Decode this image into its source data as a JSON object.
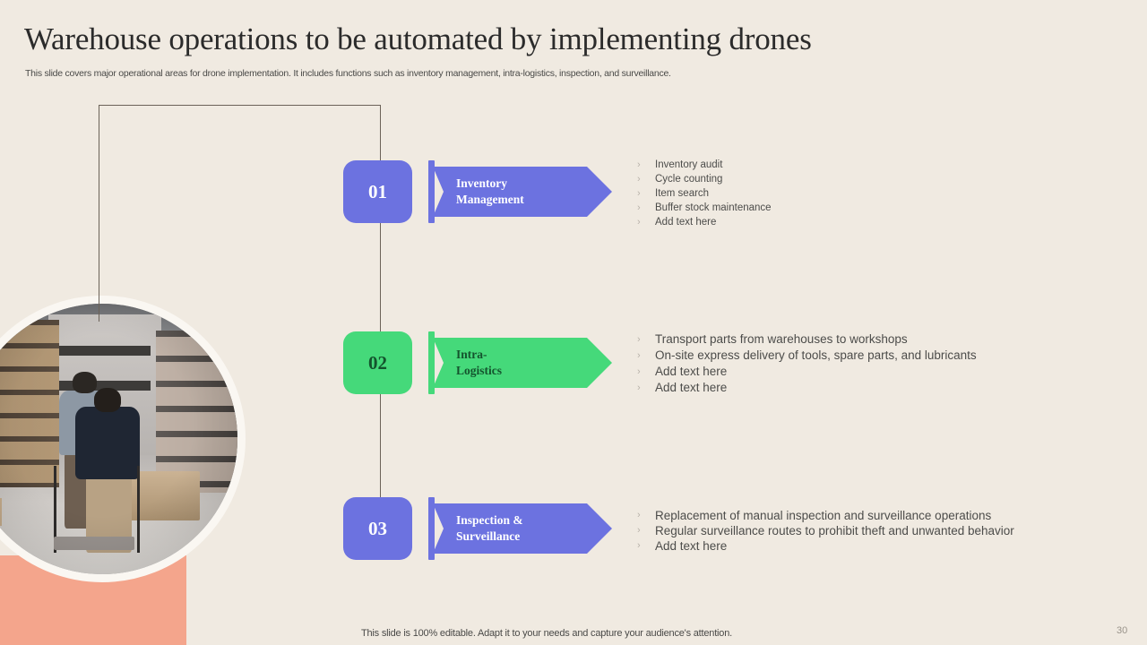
{
  "slide": {
    "title": "Warehouse operations to be automated by implementing drones",
    "subtitle": "This slide covers major operational areas for drone implementation. It includes functions such as inventory management, intra-logistics, inspection, and surveillance.",
    "background_color": "#F0EAE1",
    "footer_note": "This slide is 100% editable. Adapt it to your needs and capture your audience's attention.",
    "page_number": "30"
  },
  "decor": {
    "salmon_block_color": "#F4A58C",
    "photo_alt": "warehouse-aisle-workers-pushing-cart",
    "connector_color": "#6B6258"
  },
  "rows": [
    {
      "number": "01",
      "title": "Inventory Management",
      "color": "#6C72E0",
      "number_text_color": "#FFFFFF",
      "title_text_color": "#FFFFFF",
      "bullets": [
        "Inventory  audit",
        "Cycle counting",
        "Item search",
        "Buffer  stock maintenance",
        "Add text here"
      ]
    },
    {
      "number": "02",
      "title": "Intra-Logistics",
      "color": "#45D97A",
      "number_text_color": "#14532D",
      "title_text_color": "#14532D",
      "bullets": [
        "Transport parts from warehouses to workshops",
        "On-site express delivery of tools, spare parts, and lubricants",
        "Add text here",
        "Add text here"
      ]
    },
    {
      "number": "03",
      "title": "Inspection & Surveillance",
      "color": "#6C72E0",
      "number_text_color": "#FFFFFF",
      "title_text_color": "#FFFFFF",
      "bullets": [
        "Replacement of manual inspection and surveillance operations",
        "Regular surveillance routes to prohibit theft and unwanted behavior",
        "Add text here"
      ]
    }
  ],
  "icons": {
    "bullet_chevron": "›"
  }
}
